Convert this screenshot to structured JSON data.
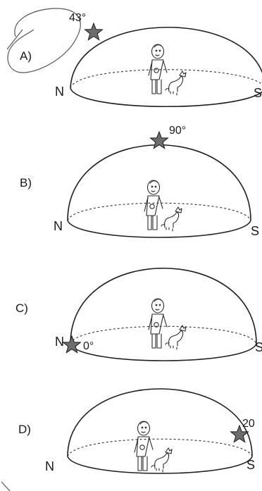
{
  "panels": [
    {
      "id": "A",
      "label": "A)",
      "angle": "43°",
      "north": "N",
      "south": "S"
    },
    {
      "id": "B",
      "label": "B)",
      "angle": "90°",
      "north": "N",
      "south": "S"
    },
    {
      "id": "C",
      "label": "C)",
      "angle": "0°",
      "north": "N",
      "south": "S"
    },
    {
      "id": "D",
      "label": "D)",
      "angle": "20",
      "north": "N",
      "south": "S"
    }
  ],
  "colors": {
    "ink": "#1e1e1e",
    "star_fill": "#6d6d6d",
    "background": "#ffffff"
  },
  "icons": {
    "star": "star-icon",
    "observer": "observer-figure",
    "dog": "dog-figure"
  }
}
